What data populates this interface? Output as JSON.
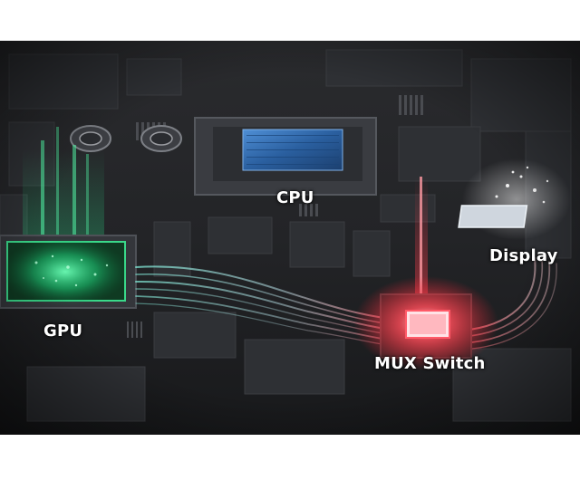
{
  "labels": {
    "cpu": "CPU",
    "gpu": "GPU",
    "display": "Display",
    "mux_switch": "MUX Switch"
  },
  "colors": {
    "background": "#1e1f21",
    "gpu_glow": "#2fe08a",
    "cpu_die": "#2f6fb8",
    "mux_glow": "#ff3b4a",
    "display_glow": "#e8eef5"
  }
}
